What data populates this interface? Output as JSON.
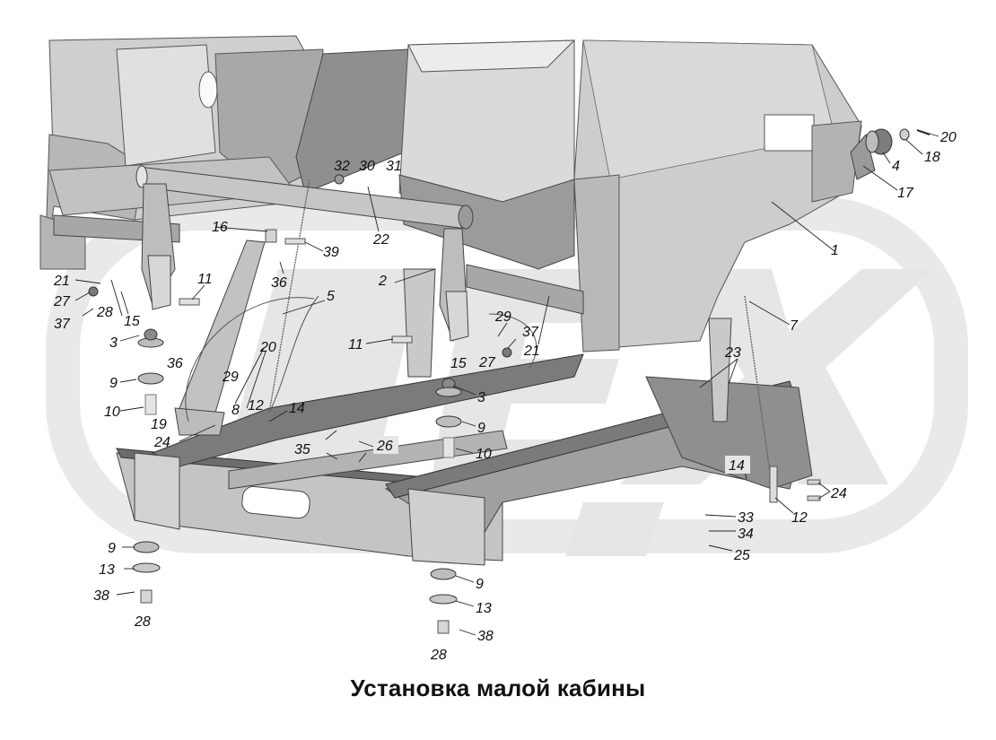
{
  "caption": "Установка малой кабины",
  "colors": {
    "panel": "#d2d2d2",
    "panel_dark": "#a9a9a9",
    "panel_shadow": "#8c8c8c",
    "frame": "#bdbdbd",
    "frame_dark": "#6f6f6f",
    "outline": "#3a3a3a",
    "watermark": "#e6e6e6",
    "text": "#111111"
  },
  "callouts": [
    {
      "id": "c20a",
      "label": "20"
    },
    {
      "id": "c18",
      "label": "18"
    },
    {
      "id": "c4",
      "label": "4"
    },
    {
      "id": "c17",
      "label": "17"
    },
    {
      "id": "c1",
      "label": "1"
    },
    {
      "id": "c32",
      "label": "32"
    },
    {
      "id": "c30",
      "label": "30"
    },
    {
      "id": "c31",
      "label": "31"
    },
    {
      "id": "c22",
      "label": "22"
    },
    {
      "id": "c16",
      "label": "16"
    },
    {
      "id": "c39",
      "label": "39"
    },
    {
      "id": "c36a",
      "label": "36"
    },
    {
      "id": "c2",
      "label": "2"
    },
    {
      "id": "c11a",
      "label": "11"
    },
    {
      "id": "c5",
      "label": "5"
    },
    {
      "id": "c7",
      "label": "7"
    },
    {
      "id": "c21a",
      "label": "21"
    },
    {
      "id": "c27a",
      "label": "27"
    },
    {
      "id": "c28a",
      "label": "28"
    },
    {
      "id": "c37a",
      "label": "37"
    },
    {
      "id": "c15a",
      "label": "15"
    },
    {
      "id": "c3a",
      "label": "3"
    },
    {
      "id": "c36b",
      "label": "36"
    },
    {
      "id": "c20b",
      "label": "20"
    },
    {
      "id": "c29a",
      "label": "29"
    },
    {
      "id": "c12a",
      "label": "12"
    },
    {
      "id": "c8",
      "label": "8"
    },
    {
      "id": "c9a",
      "label": "9"
    },
    {
      "id": "c10a",
      "label": "10"
    },
    {
      "id": "c19",
      "label": "19"
    },
    {
      "id": "c24a",
      "label": "24"
    },
    {
      "id": "c14a",
      "label": "14"
    },
    {
      "id": "c11b",
      "label": "11"
    },
    {
      "id": "c29b",
      "label": "29"
    },
    {
      "id": "c37b",
      "label": "37"
    },
    {
      "id": "c21b",
      "label": "21"
    },
    {
      "id": "c27b",
      "label": "27"
    },
    {
      "id": "c15b",
      "label": "15"
    },
    {
      "id": "c3b",
      "label": "3"
    },
    {
      "id": "c9b",
      "label": "9"
    },
    {
      "id": "c10b",
      "label": "10"
    },
    {
      "id": "c35",
      "label": "35"
    },
    {
      "id": "c26",
      "label": "26"
    },
    {
      "id": "c23",
      "label": "23"
    },
    {
      "id": "c14b",
      "label": "14"
    },
    {
      "id": "c24b",
      "label": "24"
    },
    {
      "id": "c12b",
      "label": "12"
    },
    {
      "id": "c33",
      "label": "33"
    },
    {
      "id": "c34",
      "label": "34"
    },
    {
      "id": "c25",
      "label": "25"
    },
    {
      "id": "c9c",
      "label": "9"
    },
    {
      "id": "c13a",
      "label": "13"
    },
    {
      "id": "c38a",
      "label": "38"
    },
    {
      "id": "c28b",
      "label": "28"
    },
    {
      "id": "c9d",
      "label": "9"
    },
    {
      "id": "c13b",
      "label": "13"
    },
    {
      "id": "c38b",
      "label": "38"
    },
    {
      "id": "c28c",
      "label": "28"
    }
  ]
}
